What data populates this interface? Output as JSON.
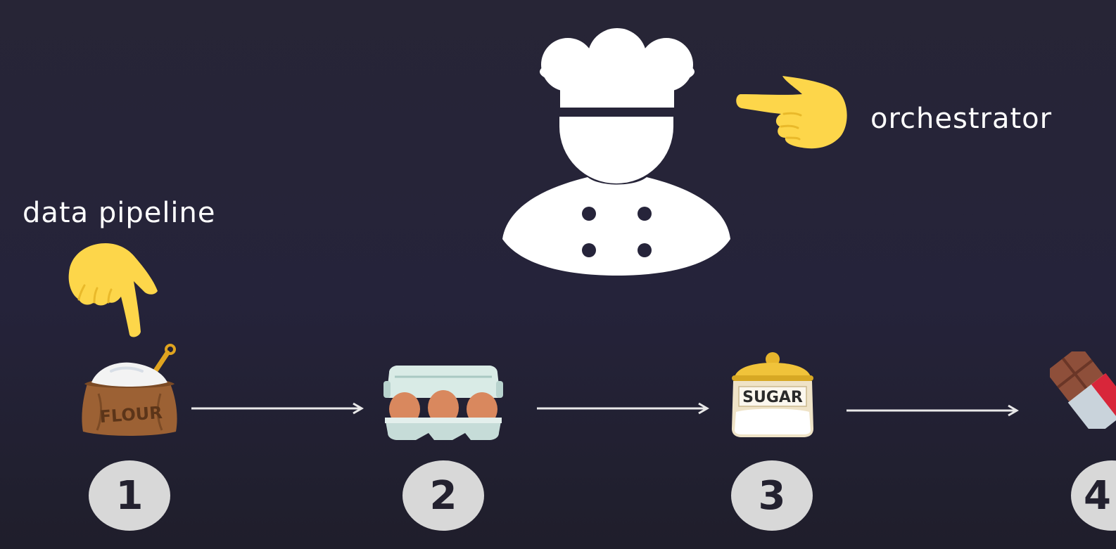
{
  "labels": {
    "orchestrator": "orchestrator",
    "data_pipeline": "data pipeline"
  },
  "ingredients": [
    {
      "name": "flour",
      "text": "FLOUR",
      "step": "1"
    },
    {
      "name": "eggs",
      "text": "",
      "step": "2"
    },
    {
      "name": "sugar",
      "text": "SUGAR",
      "step": "3"
    },
    {
      "name": "chocolate",
      "text": "",
      "step": "4"
    }
  ],
  "icons": {
    "chef": "chef-icon",
    "pointing_right": "pointing-right-hand-icon",
    "pointing_down": "pointing-down-hand-icon"
  },
  "colors": {
    "background": "#26243a",
    "hand": "#fdd64a",
    "chef": "#ffffff",
    "arrow": "#e8e8e8",
    "step_circle": "#d8d8d8",
    "step_text": "#23212f"
  }
}
